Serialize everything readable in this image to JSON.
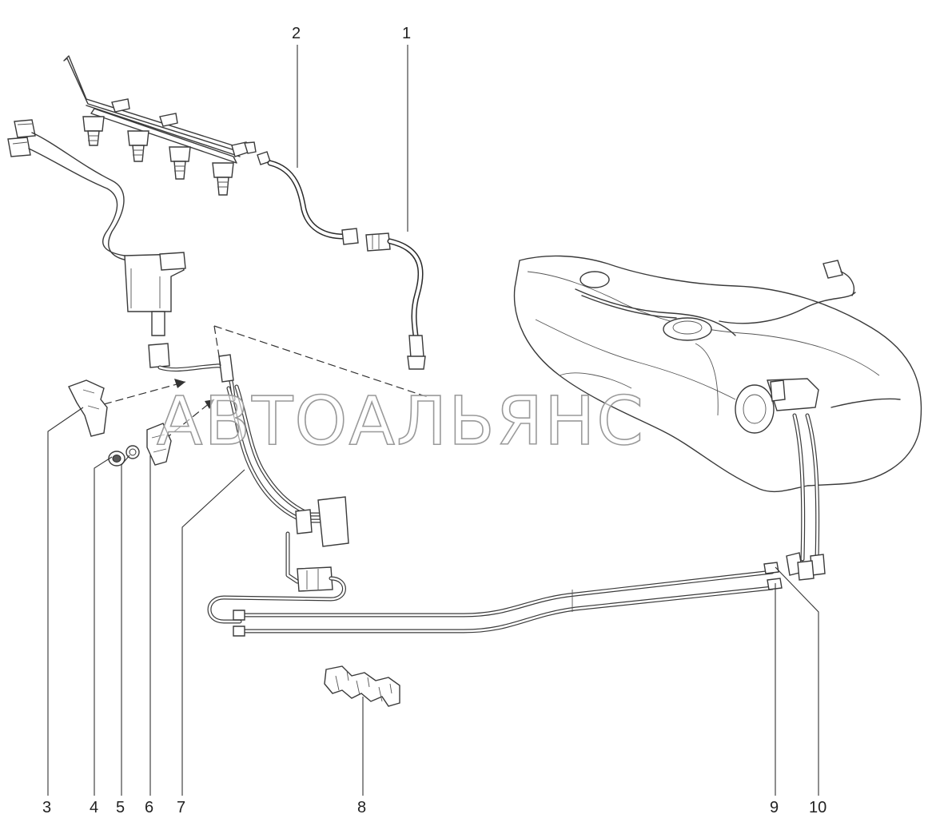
{
  "diagram": {
    "watermark_text": "АВТОАЛЬЯНС",
    "callouts": [
      {
        "id": "1",
        "label": "1"
      },
      {
        "id": "2",
        "label": "2"
      },
      {
        "id": "3",
        "label": "3"
      },
      {
        "id": "4",
        "label": "4"
      },
      {
        "id": "5",
        "label": "5"
      },
      {
        "id": "6",
        "label": "6"
      },
      {
        "id": "7",
        "label": "7"
      },
      {
        "id": "8",
        "label": "8"
      },
      {
        "id": "9",
        "label": "9"
      },
      {
        "id": "10",
        "label": "10"
      }
    ],
    "parts": [
      {
        "id": "fuel-rail",
        "icon": "fuel-rail-icon"
      },
      {
        "id": "fuel-hose-1",
        "icon": "hose-icon"
      },
      {
        "id": "fuel-hose-2",
        "icon": "hose-icon"
      },
      {
        "id": "bracket-3",
        "icon": "bracket-icon"
      },
      {
        "id": "nut-4",
        "icon": "nut-icon"
      },
      {
        "id": "washer-5",
        "icon": "washer-icon"
      },
      {
        "id": "clip-6",
        "icon": "clip-icon"
      },
      {
        "id": "fuel-lines-7",
        "icon": "tube-icon"
      },
      {
        "id": "holder-8",
        "icon": "holder-icon"
      },
      {
        "id": "fuel-tank",
        "icon": "fuel-tank-icon"
      }
    ]
  }
}
